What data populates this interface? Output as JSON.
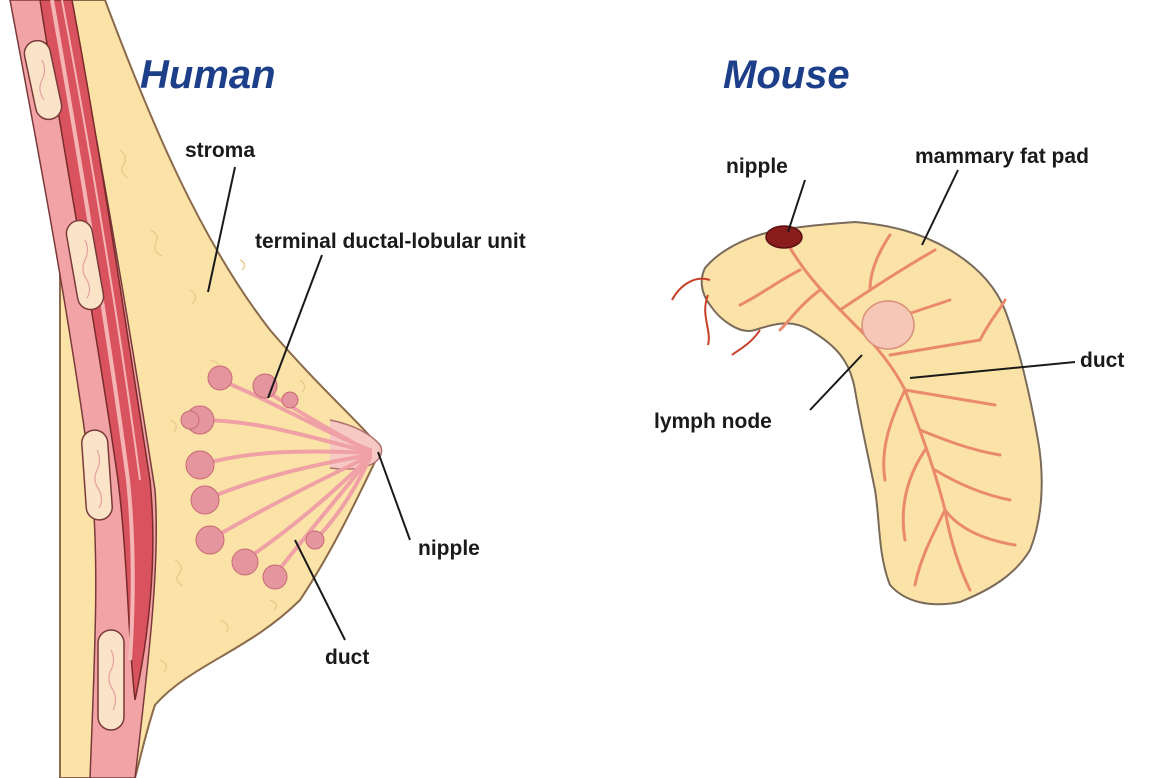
{
  "titles": {
    "human": "Human",
    "mouse": "Mouse"
  },
  "human_labels": {
    "stroma": "stroma",
    "tdlu": "terminal ductal-lobular unit",
    "nipple": "nipple",
    "duct": "duct"
  },
  "mouse_labels": {
    "nipple": "nipple",
    "fat_pad": "mammary fat pad",
    "duct": "duct",
    "lymph_node": "lymph node"
  },
  "colors": {
    "title": "#1d3f8a",
    "tissue_fill": "#fbe3a8",
    "muscle": "#d9535f",
    "muscle_light": "#f2a3a6",
    "duct": "#f0a1a6",
    "lobule": "#e5959e",
    "vessel": "#ea8a6c",
    "mouse_nipple": "#8b1c1c",
    "lymph_node": "#f6c6b6"
  }
}
